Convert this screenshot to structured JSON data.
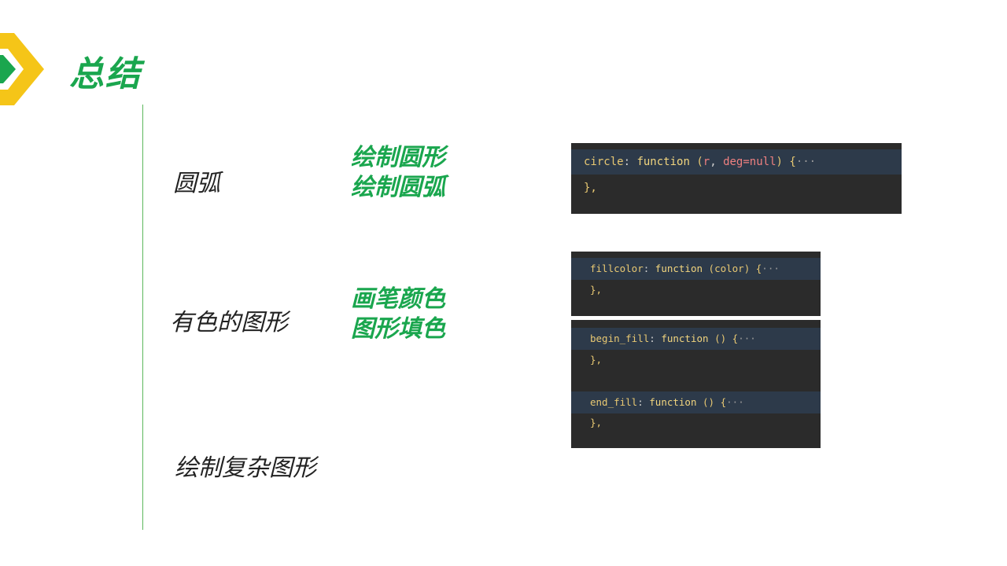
{
  "slide": {
    "title": "总结",
    "colors": {
      "accent_green": "#1aa64e",
      "arrow_yellow": "#f5c518",
      "divider_green": "#5cb85c",
      "code_bg": "#2b2b2b",
      "code_highlight": "#2d3a4a"
    },
    "decor_icon": "chevron-arrow-icon"
  },
  "topics": [
    {
      "label": "圆弧"
    },
    {
      "label": "有色的图形"
    },
    {
      "label": "绘制复杂图形"
    }
  ],
  "keywords": [
    {
      "line1": "绘制圆形",
      "line2": "绘制圆弧"
    },
    {
      "line1": "画笔颜色",
      "line2": "图形填色"
    }
  ],
  "code": {
    "circle": {
      "name": "circle",
      "colon": ":",
      "keyword": "function",
      "open_paren": "(",
      "param1": "r",
      "comma": ",",
      "param2": "deg=null",
      "close_paren": ")",
      "brace_open": "{",
      "fold": "···",
      "closing": "},"
    },
    "fillcolor": {
      "name": "fillcolor",
      "colon": ":",
      "keyword": "function",
      "params": "(color)",
      "brace_open": "{",
      "fold": "···",
      "closing": "},"
    },
    "begin_fill": {
      "name": "begin_fill",
      "colon": ":",
      "keyword": "function",
      "params": "()",
      "brace_open": "{",
      "fold": "···",
      "closing": "},"
    },
    "end_fill": {
      "name": "end_fill",
      "colon": ":",
      "keyword": "function",
      "params": "()",
      "brace_open": "{",
      "fold": "···",
      "closing": "},"
    }
  }
}
